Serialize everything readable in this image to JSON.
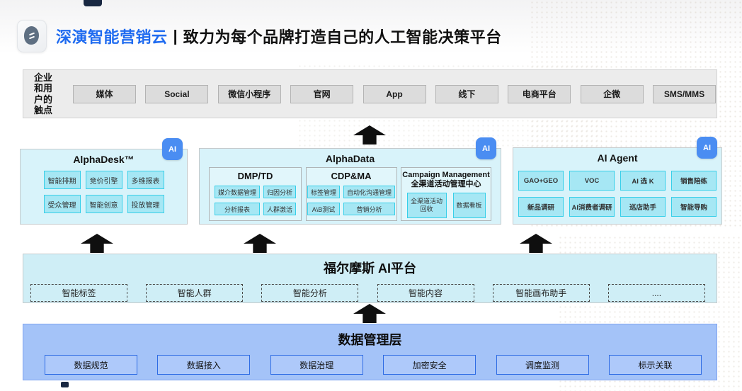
{
  "header": {
    "brand": "深演智能营销云",
    "separator": "|",
    "tagline": "致力为每个品牌打造自己的人工智能决策平台"
  },
  "touchpoints": {
    "label_lines": [
      "企业",
      "和用",
      "户的",
      "触点"
    ],
    "items": [
      "媒体",
      "Social",
      "微信小程序",
      "官网",
      "App",
      "线下",
      "电商平台",
      "企微",
      "SMS/MMS"
    ]
  },
  "ai_badge": "AI",
  "panels": {
    "alphadesk": {
      "title": "AlphaDesk™",
      "items": [
        "智能排期",
        "竞价引擎",
        "多维报表",
        "受众管理",
        "智能创意",
        "投放管理"
      ]
    },
    "alphadata": {
      "title": "AlphaData",
      "groups": [
        {
          "title": "DMP/TD",
          "items": [
            "媒介数据管理",
            "归因分析",
            "分析报表",
            "人群激活"
          ]
        },
        {
          "title": "CDP&MA",
          "items": [
            "标签管理",
            "自动化沟通管理",
            "A\\B测试",
            "营销分析"
          ]
        },
        {
          "title": "Campaign Management",
          "subtitle": "全渠道活动管理中心",
          "items": [
            "全渠道活动回收",
            "数据看板"
          ]
        }
      ]
    },
    "ai_agent": {
      "title": "AI Agent",
      "items": [
        "GAO+GEO",
        "VOC",
        "AI 选 K",
        "销售陪练",
        "新品调研",
        "AI消费者调研",
        "巡店助手",
        "智能导购"
      ]
    }
  },
  "holmes": {
    "title": "福尔摩斯 AI平台",
    "items": [
      "智能标签",
      "智能人群",
      "智能分析",
      "智能内容",
      "智能画布助手",
      "...."
    ]
  },
  "data_layer": {
    "title": "数据管理层",
    "items": [
      "数据规范",
      "数据接入",
      "数据治理",
      "加密安全",
      "调度监测",
      "标示关联"
    ]
  },
  "colors": {
    "brand_blue": "#1f6bf0",
    "badge_blue": "#4a8df2",
    "panel_cyan": "#d8f3fa",
    "chip_cyan": "#a6e7f4",
    "chip_border_cyan": "#36cfe9",
    "holmes_cyan": "#cfeef6",
    "data_layer_blue": "#a4c3f8",
    "data_chip_border_blue": "#2d6be4",
    "touchpoint_gray": "#ececec",
    "arrow_black": "#0f0f0f"
  }
}
